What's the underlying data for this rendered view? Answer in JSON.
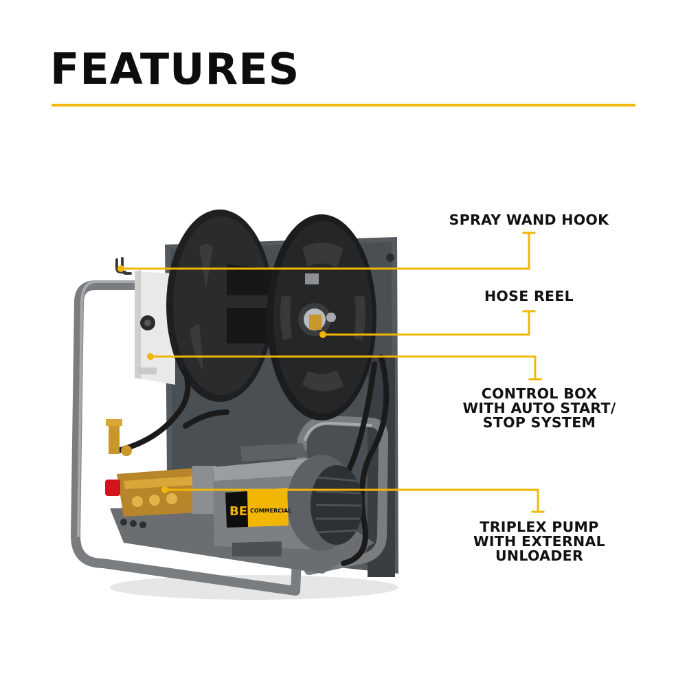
{
  "page": {
    "heading": "FEATURES",
    "accent_color": "#f2b705",
    "text_color": "#0d0d0d"
  },
  "features": [
    {
      "lines": [
        "SPRAY WAND HOOK"
      ]
    },
    {
      "lines": [
        "HOSE REEL"
      ]
    },
    {
      "lines": [
        "CONTROL BOX",
        "WITH AUTO START/",
        "STOP SYSTEM"
      ]
    },
    {
      "lines": [
        "TRIPLEX PUMP",
        "WITH EXTERNAL",
        "UNLOADER"
      ]
    }
  ],
  "product": {
    "brand_logo": "BE",
    "brand_badge": "COMMERCIAL"
  }
}
